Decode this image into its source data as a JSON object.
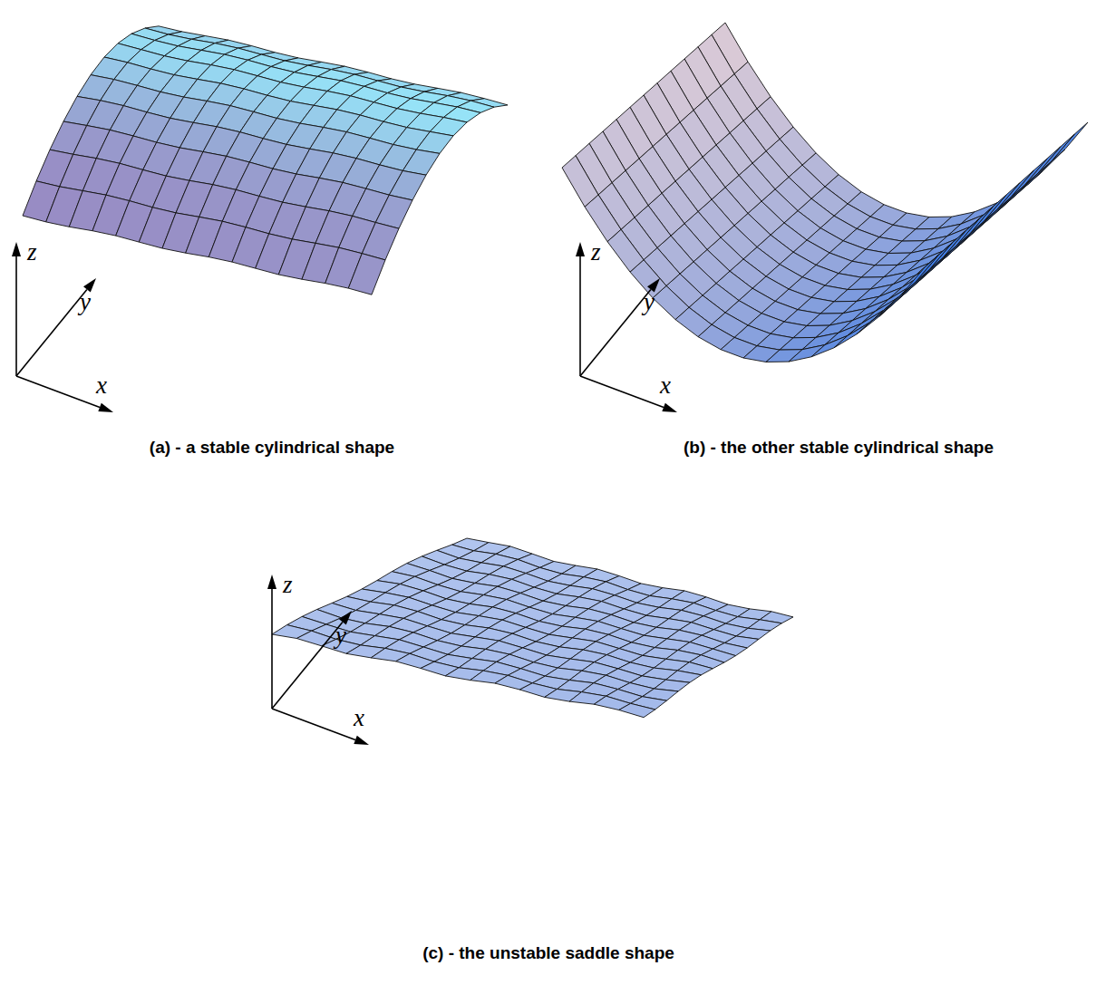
{
  "diagram": {
    "labels": [
      "z",
      "y",
      "x",
      "(a) - a stable cylindrical shape",
      "z",
      "y",
      "x",
      "(b) - the other stable cylindrical shape",
      "z",
      "y",
      "x",
      "(c) - the unstable saddle shape"
    ]
  }
}
